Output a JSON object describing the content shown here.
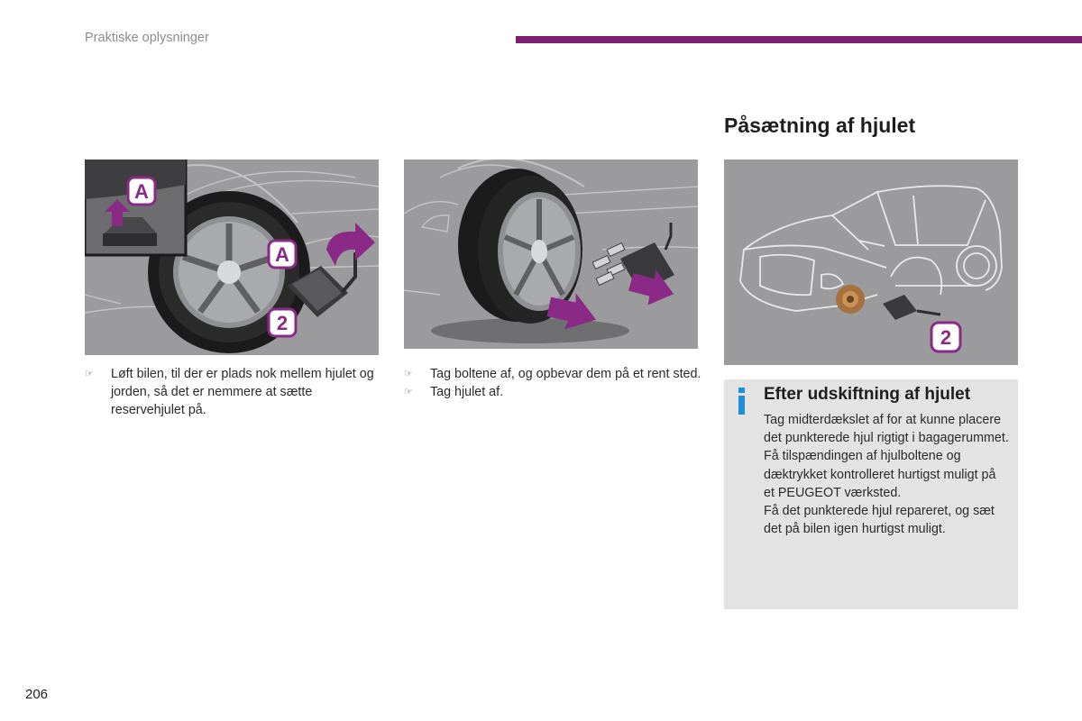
{
  "header": {
    "section_label": "Praktiske oplysninger",
    "rule_color": "#7b1f73"
  },
  "section_title": "Påsætning af hjulet",
  "figures": [
    {
      "labels": {
        "a_inset": "A",
        "a_main": "A",
        "step": "2"
      },
      "icons": [
        "up-arrow-icon",
        "curved-arrow-icon"
      ]
    },
    {
      "labels": {},
      "icons": [
        "arrow-icon",
        "arrow-icon"
      ]
    },
    {
      "labels": {
        "step": "2"
      },
      "icons": []
    }
  ],
  "steps_col1": [
    "Løft bilen, til der er plads nok mellem hjulet og jorden, så det er nemmere at sætte reservehjulet på."
  ],
  "steps_col2": [
    "Tag boltene af, og opbevar dem på et rent sted.",
    "Tag hjulet af."
  ],
  "bullet_icon": "pointing-hand-icon",
  "info_box": {
    "icon": "info-icon",
    "icon_color": "#1e8fd4",
    "title": "Efter udskiftning af hjulet",
    "paragraphs": [
      "Tag midterdækslet af for at kunne placere det punkterede hjul rigtigt i bagagerummet.",
      "Få tilspændingen af hjulboltene og dæktrykket kontrolleret hurtigst muligt på et PEUGEOT værksted.",
      "Få det punkterede hjul repareret, og sæt det på bilen igen hurtigst muligt."
    ]
  },
  "accent_color": "#8b2a86",
  "page_number": "206"
}
